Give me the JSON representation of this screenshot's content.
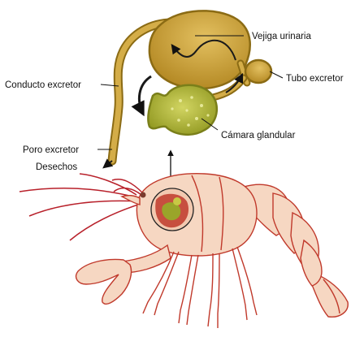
{
  "labels": {
    "bladder": "Vejiga urinaria",
    "tube": "Tubo excretor",
    "duct": "Conducto excretor",
    "chamber": "Cámara glandular",
    "pore": "Poro excretor",
    "waste": "Desechos"
  },
  "colors": {
    "organ_fill": "#c9a23a",
    "organ_dark": "#8b6b14",
    "chamber_fill": "#b4b83a",
    "crayfish_body": "#f6d7c2",
    "crayfish_outline": "#c0392b",
    "antenna": "#b8202a"
  },
  "icons": [
    "flow-arrow-icon",
    "pointer-arrow-icon"
  ]
}
